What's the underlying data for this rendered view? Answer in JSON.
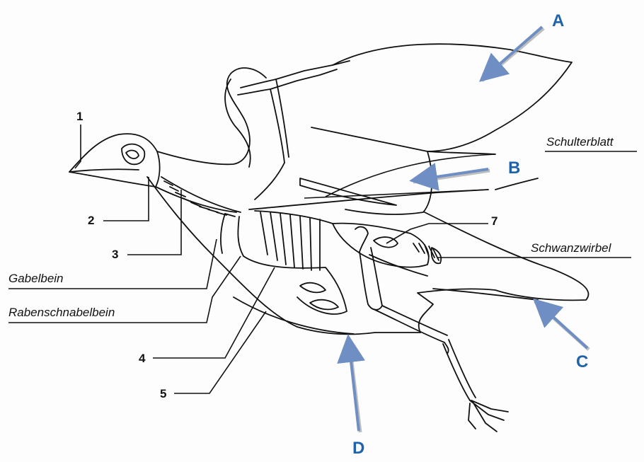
{
  "diagram": {
    "numbers": {
      "n1": "1",
      "n2": "2",
      "n3": "3",
      "n4": "4",
      "n5": "5",
      "n7": "7"
    },
    "terms": {
      "gabelbein": "Gabelbein",
      "rabenschnabelbein": "Rabenschnabelbein",
      "schulterblatt": "Schulterblatt",
      "schwanzwirbel": "Schwanzwirbel"
    },
    "letters": {
      "a": "A",
      "b": "B",
      "c": "C",
      "d": "D"
    }
  },
  "colors": {
    "letter_text": "#1f63ad",
    "arrow": "#6f8fc4",
    "arrow_shadow": "#8a8a8a",
    "outline": "#111111"
  }
}
